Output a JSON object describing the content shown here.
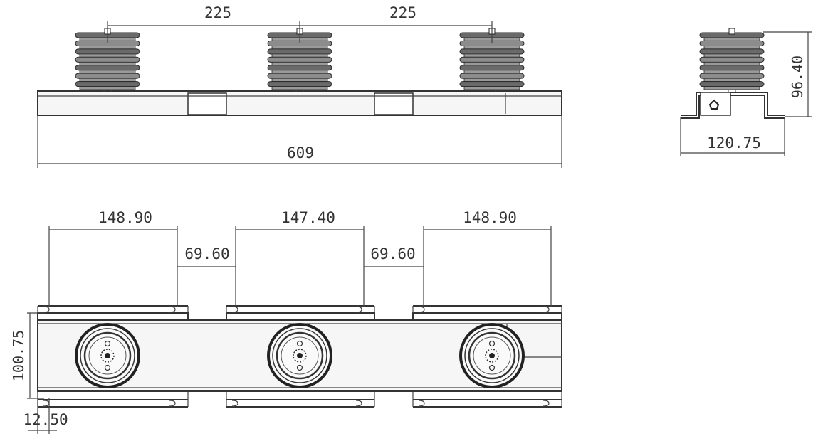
{
  "front_view": {
    "pitch_left": "225",
    "pitch_right": "225",
    "total_length": "609"
  },
  "side_view": {
    "height": "96.40",
    "width": "120.75"
  },
  "top_view": {
    "segment_left": "148.90",
    "segment_middle": "147.40",
    "segment_right": "148.90",
    "gap_left": "69.60",
    "gap_right": "69.60",
    "depth": "100.75",
    "flange": "12.50"
  }
}
